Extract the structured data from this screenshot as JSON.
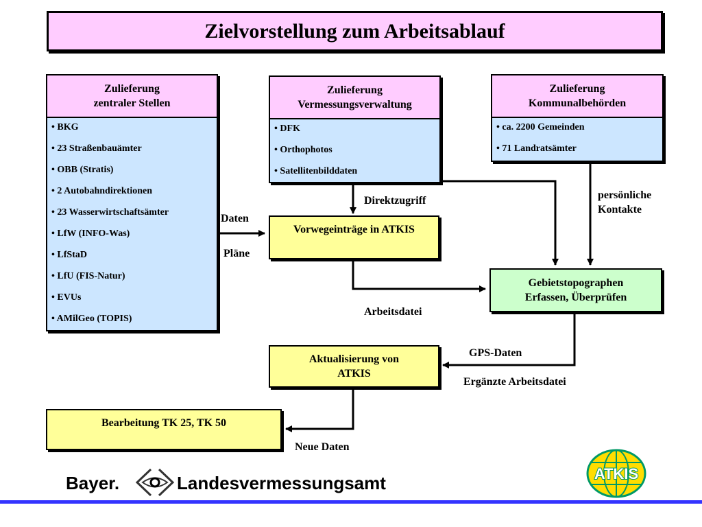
{
  "title": "Zielvorstellung zum Arbeitsablauf",
  "source_boxes": {
    "central": {
      "heading": [
        "Zulieferung",
        "zentraler Stellen"
      ],
      "items": [
        "• BKG",
        "• 23 Straßenbauämter",
        "• OBB (Stratis)",
        "• 2 Autobahndirektionen",
        "• 23 Wasserwirtschaftsämter",
        "• LfW (INFO-Was)",
        "• LfStaD",
        "• LfU (FIS-Natur)",
        "• EVUs",
        "• AMilGeo (TOPIS)"
      ]
    },
    "survey": {
      "heading": [
        "Zulieferung",
        "Vermessungsverwaltung"
      ],
      "items": [
        "• DFK",
        "• Orthophotos",
        "• Satellitenbilddaten"
      ]
    },
    "municipal": {
      "heading": [
        "Zulieferung",
        "Kommunalbehörden"
      ],
      "items": [
        "• ca. 2200 Gemeinden",
        "• 71 Landratsämter"
      ]
    }
  },
  "process_boxes": {
    "pre_entries": "Vorwegeinträge in ATKIS",
    "topographers": [
      "Gebietstopographen",
      "Erfassen, Überprüfen"
    ],
    "update": [
      "Aktualisierung von",
      "ATKIS"
    ],
    "processing": "Bearbeitung TK 25, TK 50"
  },
  "edge_labels": {
    "daten": "Daten",
    "plaene": "Pläne",
    "direktzugriff": "Direktzugriff",
    "persoenliche": [
      "persönliche",
      "Kontakte"
    ],
    "arbeitsdatei": "Arbeitsdatei",
    "gps_daten": "GPS-Daten",
    "ergaenzte": "Ergänzte Arbeitsdatei",
    "neue_daten": "Neue Daten"
  },
  "footer": {
    "org_part1": "Bayer.",
    "org_part2": "Landesvermessungsamt",
    "logo_text": "ATKIS"
  },
  "colors": {
    "heading_fill": "#ffccff",
    "list_fill": "#cce6ff",
    "process_fill": "#ffff99",
    "topographer_fill": "#ccffcc",
    "footer_line": "#3333ff",
    "logo_fill": "#ffdd00",
    "logo_lines": "#009966"
  }
}
